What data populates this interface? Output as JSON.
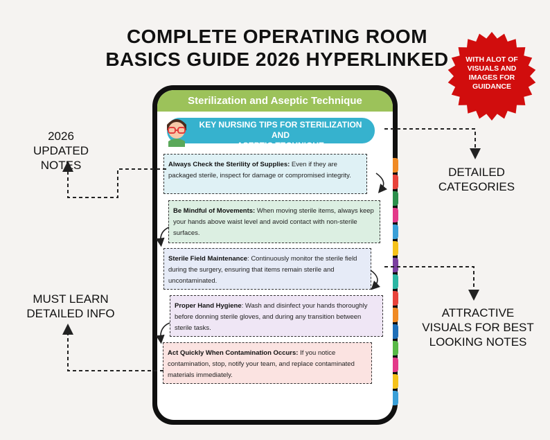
{
  "title": {
    "line1": "COMPLETE OPERATING ROOM",
    "line2": "BASICS GUIDE 2026 HYPERLINKED"
  },
  "seal": {
    "text": "WITH ALOT OF VISUALS AND IMAGES FOR GUIDANCE",
    "color": "#d10d0d"
  },
  "labels": {
    "updated_notes": [
      "2026 UPDATED",
      "NOTES"
    ],
    "detailed_categories": [
      "DETAILED",
      "CATEGORIES"
    ],
    "must_learn": [
      "MUST LEARN",
      "DETAILED INFO"
    ],
    "attractive_visuals": [
      "ATTRACTIVE",
      "VISUALS FOR BEST",
      "LOOKING NOTES"
    ]
  },
  "screen": {
    "header": "Sterilization and Aseptic Technique",
    "header_color": "#9cc25a",
    "tips_title_line1": "KEY NURSING TIPS FOR STERILIZATION AND",
    "tips_title_line2": "ASEPTIC TECHNIQUE",
    "tips_color": "#36b2ce",
    "tips": [
      {
        "heading": "Always Check the Sterility of Supplies:",
        "body": " Even if they are packaged sterile, inspect for damage or compromised integrity.",
        "color": "#dff1f5"
      },
      {
        "heading": "Be Mindful of Movements:",
        "body": " When moving sterile items, always keep your hands above waist level and avoid contact with non-sterile surfaces.",
        "color": "#dcefe2"
      },
      {
        "heading": "Sterile Field Maintenance",
        "body": ": Continuously monitor the sterile field during the surgery, ensuring that items remain sterile and uncontaminated.",
        "color": "#e6ebf7"
      },
      {
        "heading": "Proper Hand Hygiene",
        "body": ": Wash and disinfect your hands thoroughly before donning sterile gloves, and during any transition between sterile tasks.",
        "color": "#efe6f5"
      },
      {
        "heading": "Act Quickly When Contamination Occurs:",
        "body": " If you notice contamination, stop, notify your team, and replace contaminated materials immediately.",
        "color": "#fbe3e1"
      }
    ]
  },
  "tab_colors": [
    "#f08a24",
    "#e8433b",
    "#2c8f4c",
    "#e33a8a",
    "#3aa0d8",
    "#f5c21b",
    "#7a3fa0",
    "#2cb6a3",
    "#e8433b",
    "#f08a24",
    "#1f6fb8",
    "#58b947",
    "#e33a8a",
    "#f5c21b",
    "#3aa0d8"
  ]
}
